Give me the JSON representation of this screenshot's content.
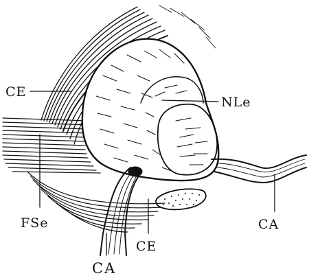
{
  "labels": {
    "ce_top": "CE",
    "nle": "NLe",
    "fse": "FSe",
    "ce_bottom": "CE",
    "ca_right": "CA",
    "ca_bottom": "CA"
  },
  "colors": {
    "ink": "#111111",
    "paper": "#ffffff"
  }
}
